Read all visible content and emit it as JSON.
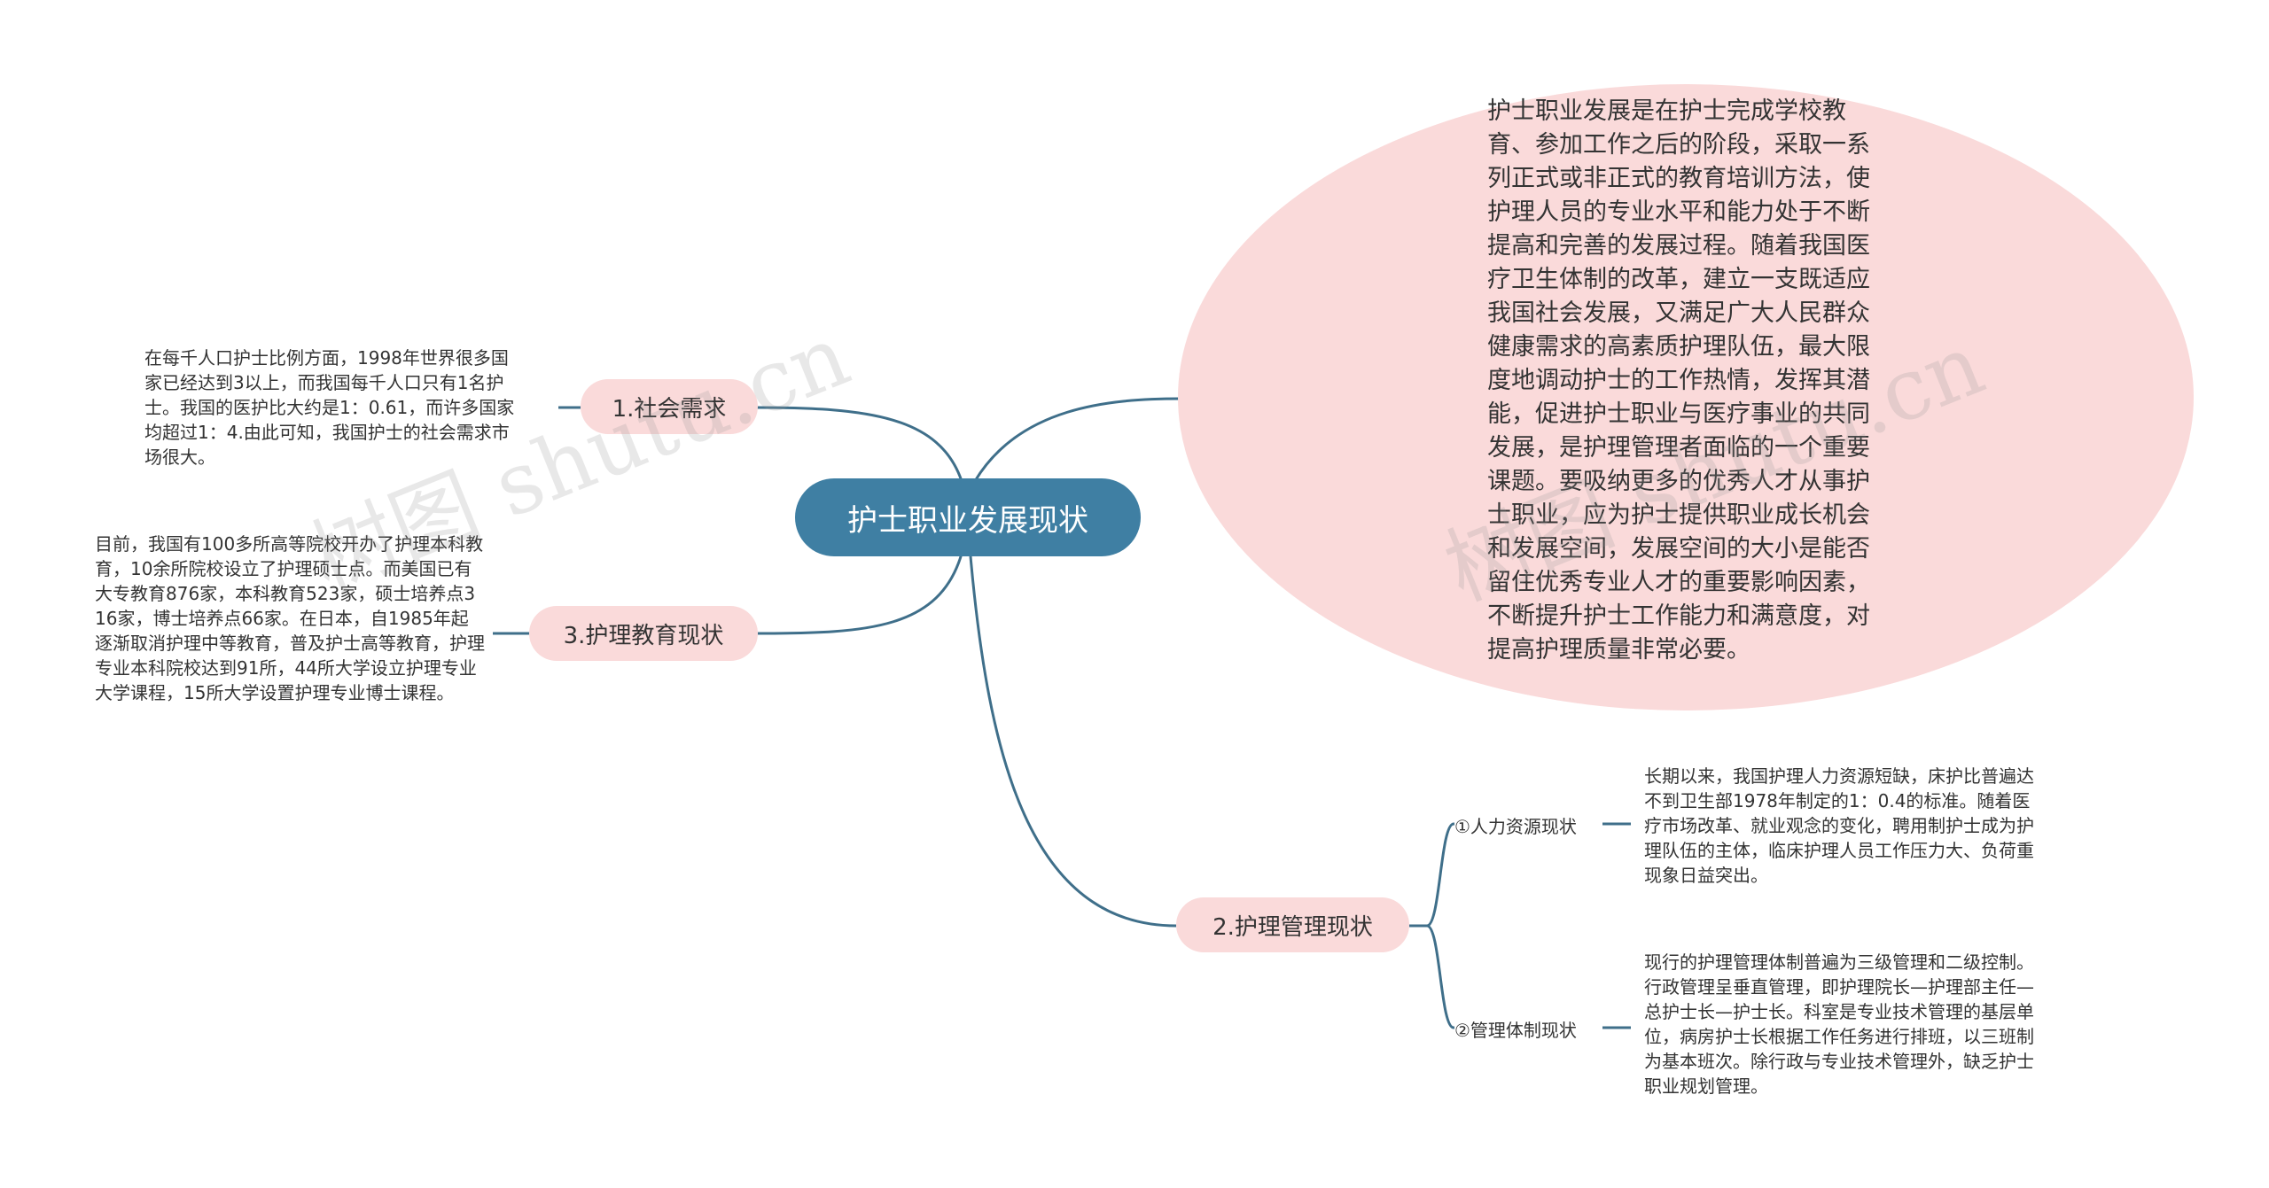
{
  "root": {
    "label": "护士职业发展现状"
  },
  "intro": {
    "text": "护士职业发展是在护士完成学校教育、参加工作之后的阶段，采取一系列正式或非正式的教育培训方法，使护理人员的专业水平和能力处于不断提高和完善的发展过程。随着我国医疗卫生体制的改革，建立一支既适应我国社会发展，又满足广大人民群众健康需求的高素质护理队伍，最大限度地调动护士的工作热情，发挥其潜能，促进护士职业与医疗事业的共同发展，是护理管理者面临的一个重要课题。要吸纳更多的优秀人才从事护士职业，应为护士提供职业成长机会和发展空间，发展空间的大小是能否留住优秀专业人才的重要影响因素，不断提升护士工作能力和满意度，对提高护理质量非常必要。"
  },
  "branches": {
    "social": {
      "label": "1.社会需求",
      "detail": "在每千人口护士比例方面，1998年世界很多国家已经达到3以上，而我国每千人口只有1名护士。我国的医护比大约是1：0.61，而许多国家均超过1：4.由此可知，我国护士的社会需求市场很大。"
    },
    "education": {
      "label": "3.护理教育现状",
      "detail": "目前，我国有100多所高等院校开办了护理本科教育，10余所院校设立了护理硕士点。而美国已有大专教育876家，本科教育523家，硕士培养点316家，博士培养点66家。在日本，自1985年起逐渐取消护理中等教育，普及护士高等教育，护理专业本科院校达到91所，44所大学设立护理专业大学课程，15所大学设置护理专业博士课程。"
    },
    "management": {
      "label": "2.护理管理现状",
      "children": [
        {
          "label": "①人力资源现状",
          "detail": "长期以来，我国护理人力资源短缺，床护比普遍达不到卫生部1978年制定的1：0.4的标准。随着医疗市场改革、就业观念的变化，聘用制护士成为护理队伍的主体，临床护理人员工作压力大、负荷重现象日益突出。"
        },
        {
          "label": "②管理体制现状",
          "detail": "现行的护理管理体制普遍为三级管理和二级控制。行政管理呈垂直管理，即护理院长—护理部主任—总护士长—护士长。科室是专业技术管理的基层单位，病房护士长根据工作任务进行排班，以三班制为基本班次。除行政与专业技术管理外，缺乏护士职业规划管理。"
        }
      ]
    }
  },
  "colors": {
    "root_fill": "#3f7fa3",
    "branch_fill": "#fadada",
    "link": "#3f6f8a"
  },
  "watermarks": [
    "树图 shutu.cn",
    "树图 shutu.cn"
  ]
}
